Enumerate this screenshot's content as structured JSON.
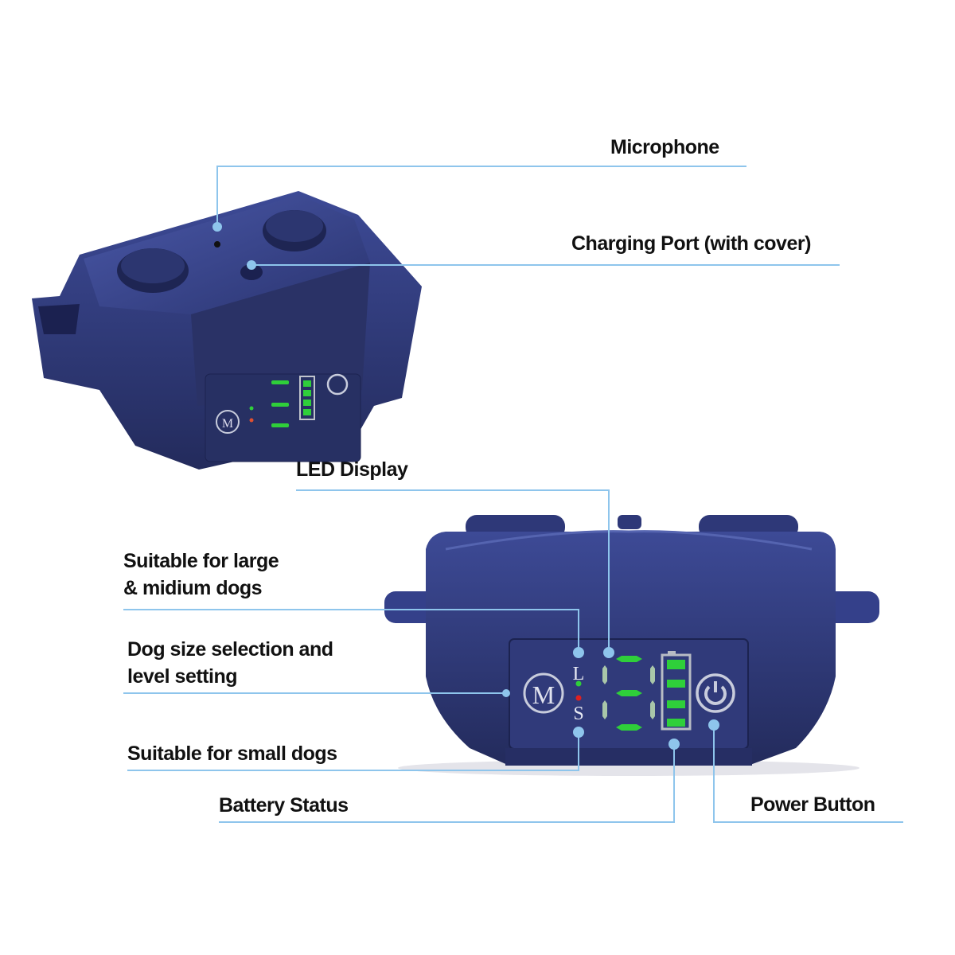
{
  "callouts": {
    "microphone": "Microphone",
    "charging_port": "Charging Port (with cover)",
    "led_display": "LED Display",
    "large_dogs_line1": "Suitable for large",
    "large_dogs_line2": "& midium dogs",
    "dog_size_line1": "Dog size selection and",
    "dog_size_line2": "level setting",
    "small_dogs": "Suitable for small dogs",
    "battery_status": "Battery Status",
    "power_button": "Power Button"
  },
  "device_panel": {
    "mode_button": "M",
    "size_large": "L",
    "size_small": "S",
    "battery_level": 1.0
  },
  "colors": {
    "leader_line": "#8ec5ec",
    "device_body": "#2f3a78",
    "led_green": "#2fcf3a",
    "led_red": "#e02020"
  }
}
